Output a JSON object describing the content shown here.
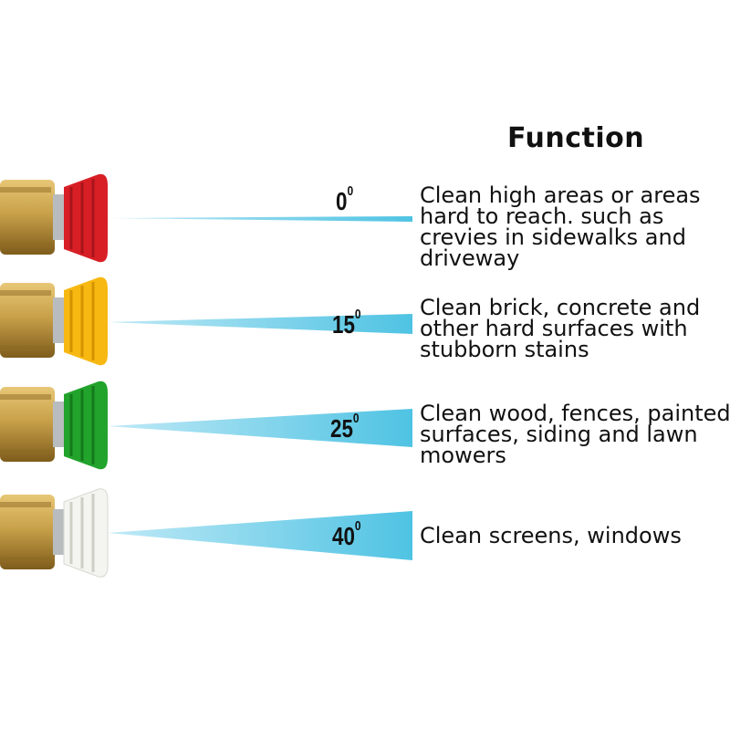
{
  "heading": "Function",
  "nozzles": [
    {
      "color_name": "red",
      "cap": "#d81f26",
      "cap_dark": "#a8141a",
      "angle": "0",
      "degree_mark": "0",
      "spray_fraction": 0.02,
      "function": "Clean high areas or areas\nhard to reach. such as\ncrevies in sidewalks and\ndriveway"
    },
    {
      "color_name": "yellow",
      "cap": "#f7b812",
      "cap_dark": "#d39300",
      "angle": "15",
      "degree_mark": "0",
      "spray_fraction": 0.35,
      "function": "Clean brick, concrete and\nother hard surfaces with\nstubborn stains"
    },
    {
      "color_name": "green",
      "cap": "#22a32c",
      "cap_dark": "#147a1b",
      "angle": "25",
      "degree_mark": "0",
      "spray_fraction": 0.6,
      "function": "Clean wood, fences, painted\nsurfaces, siding and lawn\nmowers"
    },
    {
      "color_name": "white",
      "cap": "#f4f4f0",
      "cap_dark": "#cfcfc8",
      "angle": "40",
      "degree_mark": "0",
      "spray_fraction": 0.8,
      "function": "Clean screens, windows"
    }
  ],
  "colors": {
    "spray": "#4fc3e3",
    "spray_light": "#bfe9f6",
    "brass": "#c9a14a",
    "brass_dark": "#8e6a22",
    "steel": "#b9bcbf"
  }
}
